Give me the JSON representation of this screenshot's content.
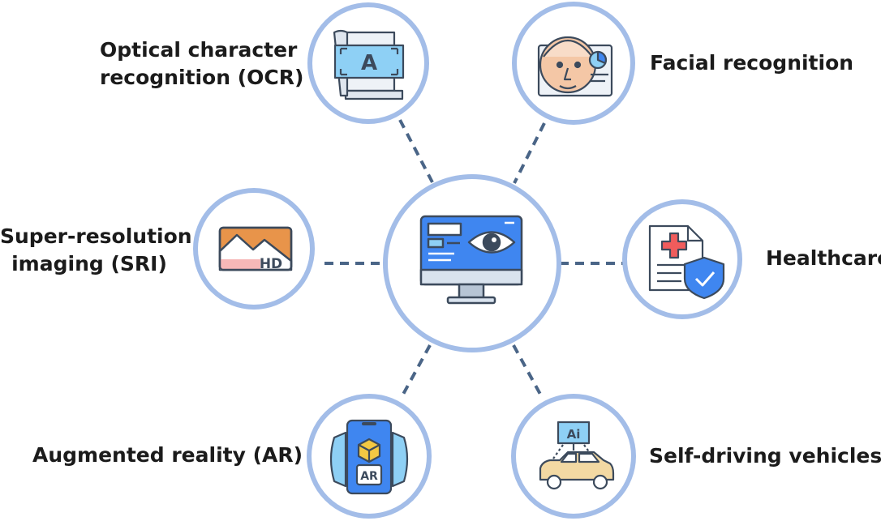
{
  "center": {
    "name": "computer-vision-hub",
    "icon": "monitor-eye-icon"
  },
  "applications": {
    "ocr": {
      "line1": "Optical character",
      "line2": "recognition (OCR)",
      "icon": "ocr-scan-document-icon",
      "glyph": "A"
    },
    "facial": {
      "label": "Facial recognition",
      "icon": "face-scan-icon"
    },
    "sri": {
      "line1": "Super-resolution",
      "line2": "imaging (SRI)",
      "icon": "hd-image-icon",
      "glyph": "HD"
    },
    "healthcare": {
      "label": "Healthcare",
      "icon": "medical-document-shield-icon"
    },
    "ar": {
      "label": "Augmented reality (AR)",
      "icon": "ar-phone-cube-icon",
      "glyph": "AR"
    },
    "driving": {
      "label": "Self-driving vehicles",
      "icon": "autonomous-car-icon",
      "glyph": "Ai"
    }
  },
  "colors": {
    "ring": "#a3bde8",
    "connector": "#4a6587",
    "outline": "#3c4a5c",
    "screen_blue": "#3f86f0",
    "light_blue": "#8ed0f5",
    "skin": "#f4c7a6",
    "orange": "#e8944a",
    "red": "#f05c5c",
    "cream": "#f6ead2",
    "car": "#f3d9a3",
    "yellow": "#f3c843"
  }
}
